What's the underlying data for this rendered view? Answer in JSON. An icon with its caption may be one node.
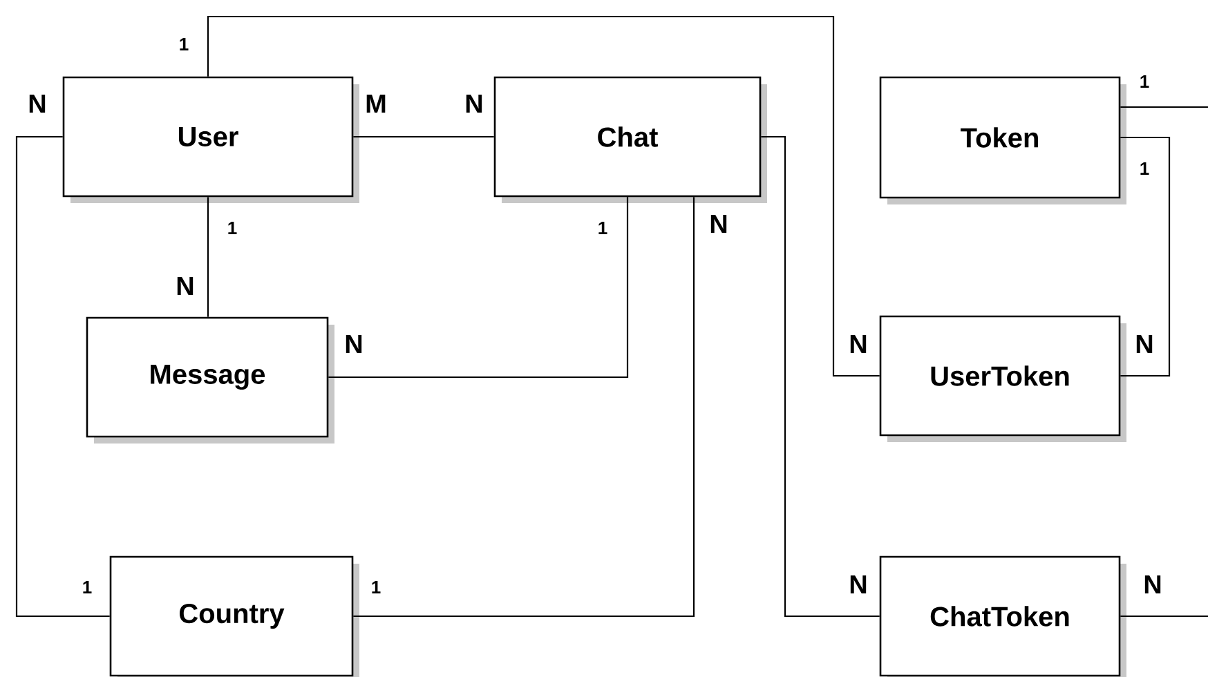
{
  "diagram": {
    "nodes": [
      {
        "text": [
          "User"
        ]
      },
      {
        "text": [
          "Chat"
        ]
      },
      {
        "text": [
          "Token"
        ]
      },
      {
        "text": [
          "Message"
        ]
      },
      {
        "text": [
          "UserToken"
        ]
      },
      {
        "text": [
          "Country"
        ]
      },
      {
        "text": [
          "ChatToken"
        ]
      }
    ],
    "edges": [
      {
        "from": 0,
        "to": 1,
        "arrow": "none"
      },
      {
        "from": 0,
        "to": 4,
        "arrow": "none"
      },
      {
        "from": 0,
        "to": 3,
        "arrow": "none"
      },
      {
        "from": 1,
        "to": 3,
        "arrow": "none"
      },
      {
        "from": 1,
        "to": 5,
        "arrow": "none"
      },
      {
        "from": 0,
        "to": 5,
        "arrow": "none"
      },
      {
        "from": 1,
        "to": 6,
        "arrow": "none"
      },
      {
        "from": 2,
        "to": 4,
        "arrow": "none"
      },
      {
        "from": 2,
        "to": null,
        "arrow": "none"
      },
      {
        "from": 6,
        "to": null,
        "arrow": "none"
      }
    ],
    "labels": [
      "1",
      "N",
      "M",
      "N",
      "1",
      "1",
      "1",
      "1",
      "N",
      "N",
      "N",
      "N",
      "N",
      "1",
      "1",
      "N",
      "N"
    ]
  }
}
